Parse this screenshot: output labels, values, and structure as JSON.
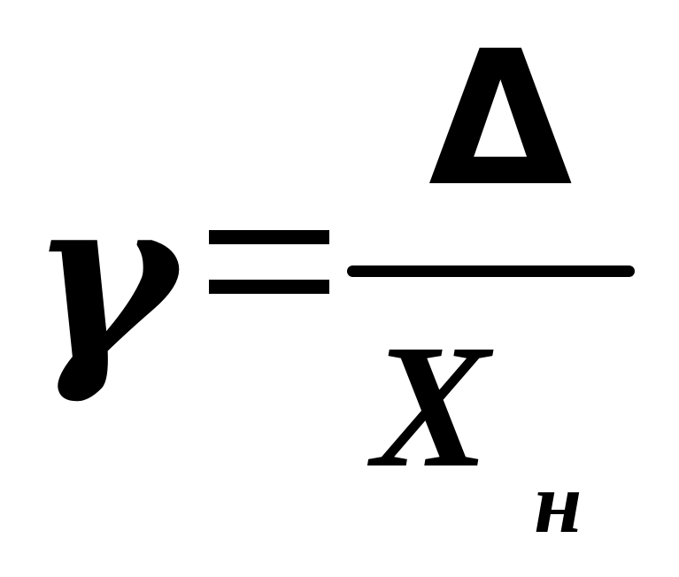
{
  "formula": {
    "lhs": "γ",
    "operator": "=",
    "numerator": "Δ",
    "denominator": "X",
    "denominator_subscript": "н"
  }
}
